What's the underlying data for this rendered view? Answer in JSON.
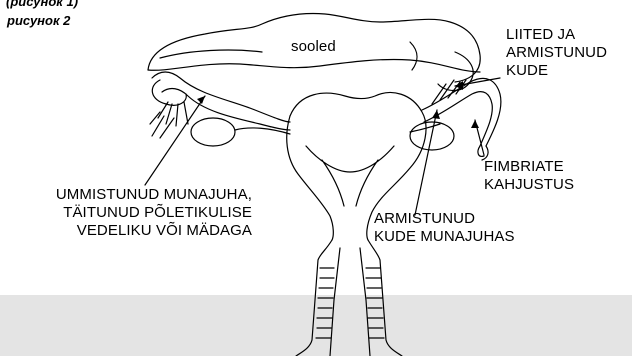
{
  "figure": {
    "caption_top": "(рисунок 1)",
    "caption": "рисунок 2"
  },
  "labels": {
    "intestines": "sooled",
    "adhesions": [
      "LIITED JA",
      "ARMISTUNUD",
      "KUDE"
    ],
    "fimbriae": [
      "FIMBRIATE",
      "KAHJUSTUS"
    ],
    "blocked_tube": [
      "UMMISTUNUD MUNAJUHA,",
      "TÄITUNUD PÕLETIKULISE",
      "VEDELIKU VÕI MÄDAGA"
    ],
    "scar_tissue": [
      "ARMISTUNUD",
      "KUDE MUNAJUHAS"
    ]
  },
  "colors": {
    "line": "#000000",
    "band": "#e4e4e4",
    "background": "#ffffff"
  }
}
